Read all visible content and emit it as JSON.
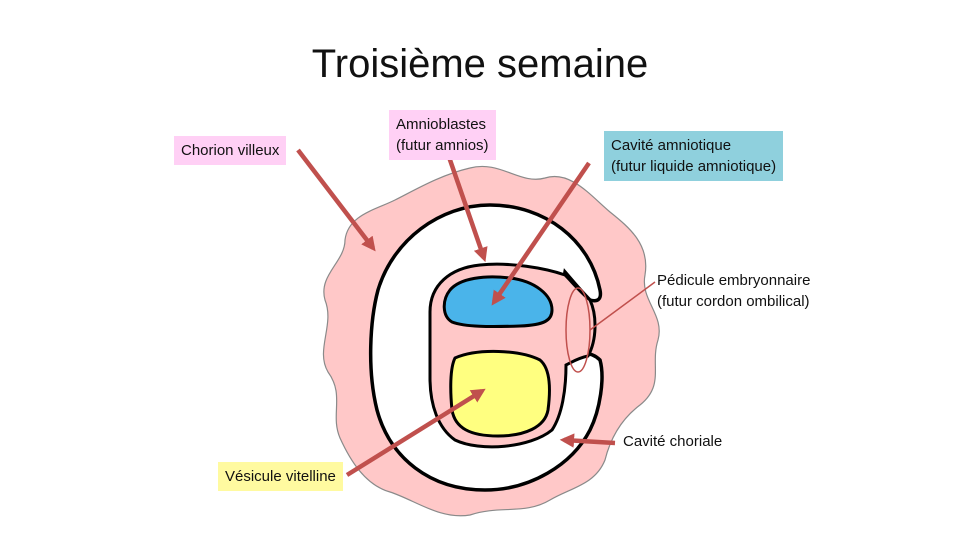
{
  "title": "Troisième semaine",
  "labels": {
    "chorion": {
      "line1": "Chorion villeux"
    },
    "amnioblastes": {
      "line1": "Amnioblastes",
      "line2": "(futur amnios)"
    },
    "cavite_amniotique": {
      "line1": "Cavité amniotique",
      "line2": "(futur liquide amniotique)"
    },
    "pedicule": {
      "line1": "Pédicule embryonnaire",
      "line2": "(futur cordon ombilical)"
    },
    "cavite_choriale": {
      "line1": "Cavité choriale"
    },
    "vesicule": {
      "line1": "Vésicule vitelline"
    }
  },
  "colors": {
    "chorion": "#ffc8c8",
    "cavity_amniotic": "#4ab4ea",
    "yolk_sac": "#ffff80",
    "arrow": "#c0504d",
    "label_pink": "#ffd0f5",
    "label_blue": "#8fd0dd",
    "label_yellow": "#fffaa0"
  }
}
